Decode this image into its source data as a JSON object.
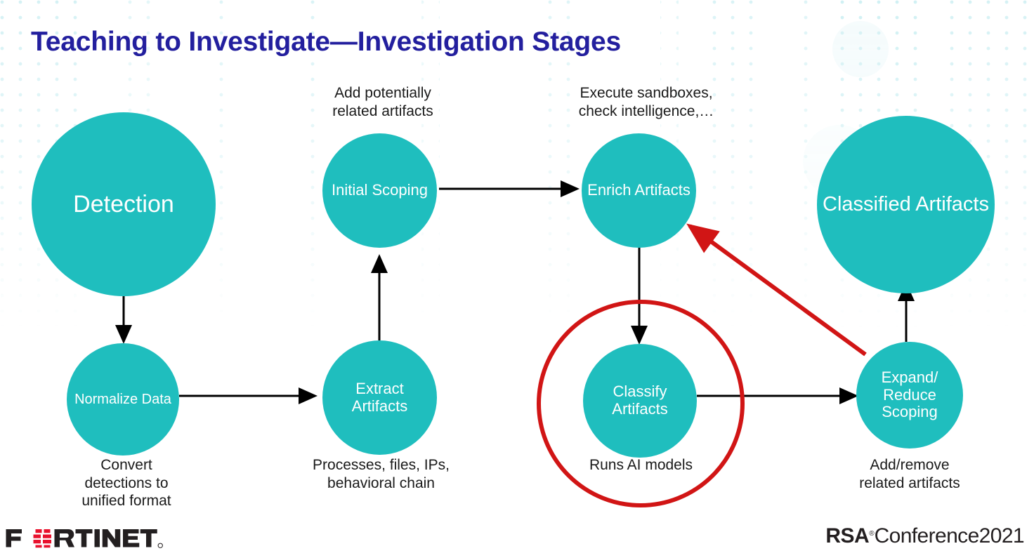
{
  "slide": {
    "title": "Teaching to Investigate—Investigation Stages",
    "title_color": "#231f9e",
    "background_color": "#ffffff",
    "node_color": "#1fbebe",
    "node_text_color": "#ffffff",
    "highlight_color": "#d11515",
    "arrow_color": "#000000",
    "caption_color": "#1a1a1a"
  },
  "nodes": [
    {
      "id": "detection",
      "label": "Detection"
    },
    {
      "id": "initial-scoping",
      "label": "Initial\nScoping"
    },
    {
      "id": "enrich-artifacts",
      "label": "Enrich\nArtifacts"
    },
    {
      "id": "classified-artifacts",
      "label": "Classified\nArtifacts"
    },
    {
      "id": "normalize-data",
      "label": "Normalize Data"
    },
    {
      "id": "extract-artifacts",
      "label": "Extract\nArtifacts"
    },
    {
      "id": "classify-artifacts",
      "label": "Classify\nArtifacts"
    },
    {
      "id": "expand-reduce-scoping",
      "label": "Expand/\nReduce\nScoping"
    }
  ],
  "captions": {
    "initial_scoping_top": "Add potentially\nrelated artifacts",
    "enrich_artifacts_top": "Execute sandboxes,\ncheck intelligence,…",
    "normalize_data_bottom": "Convert\ndetections to\nunified format",
    "extract_artifacts_bottom": "Processes, files, IPs,\nbehavioral chain",
    "classify_artifacts_bottom": "Runs AI models",
    "expand_reduce_bottom": "Add/remove\nrelated artifacts"
  },
  "footer": {
    "fortinet": "FORTINET",
    "rsa_mark": "RSA",
    "rsa_registered": "®",
    "rsa_word": "Conference2021"
  }
}
